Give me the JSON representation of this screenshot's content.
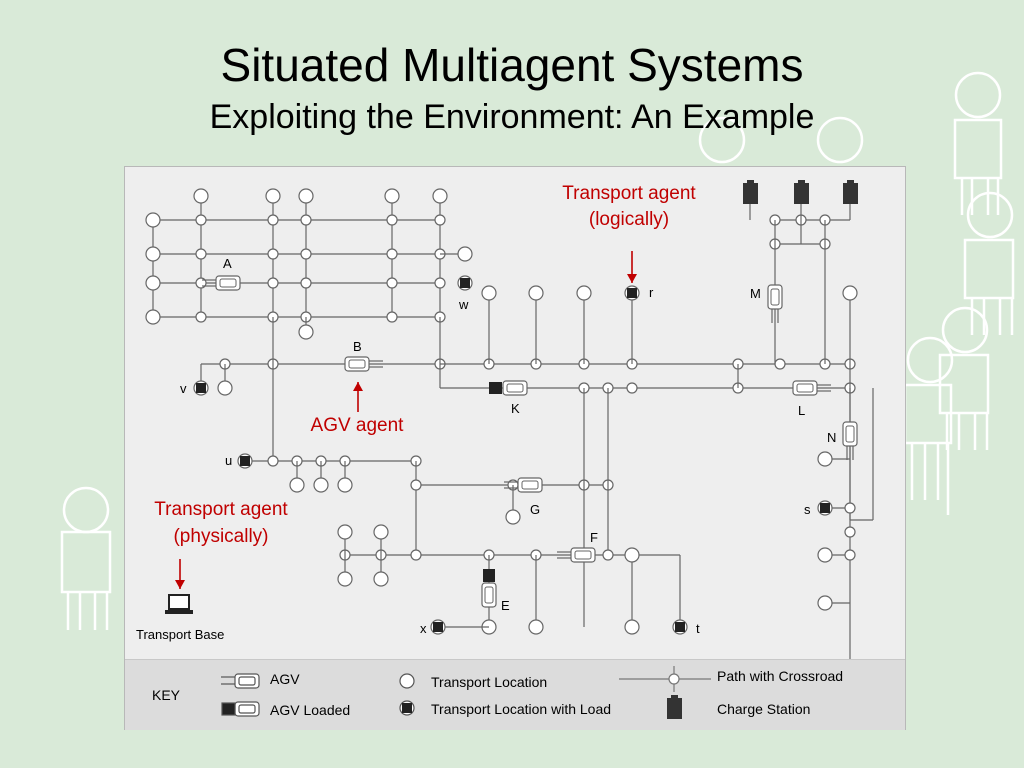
{
  "slide": {
    "title": "Situated Multiagent Systems",
    "subtitle": "Exploiting the Environment: An Example"
  },
  "annotations": {
    "transport_logical_line1": "Transport agent",
    "transport_logical_line2": "(logically)",
    "agv_agent": "AGV agent",
    "transport_physical_line1": "Transport agent",
    "transport_physical_line2": "(physically)",
    "transport_base": "Transport Base"
  },
  "agv_labels": [
    "A",
    "B",
    "K",
    "L",
    "M",
    "N",
    "G",
    "F",
    "E"
  ],
  "location_labels": [
    "w",
    "r",
    "v",
    "u",
    "s",
    "x",
    "t"
  ],
  "key": {
    "title": "KEY",
    "agv": "AGV",
    "agv_loaded": "AGV Loaded",
    "transport_location": "Transport Location",
    "transport_location_with_load": "Transport Location with Load",
    "path_with_crossroad": "Path with Crossroad",
    "charge_station": "Charge Station"
  },
  "colors": {
    "background": "#d9ead8",
    "diagram_bg": "#eeeeee",
    "key_bg": "#dcdcdc",
    "annotation": "#c00000",
    "line": "#555555"
  }
}
